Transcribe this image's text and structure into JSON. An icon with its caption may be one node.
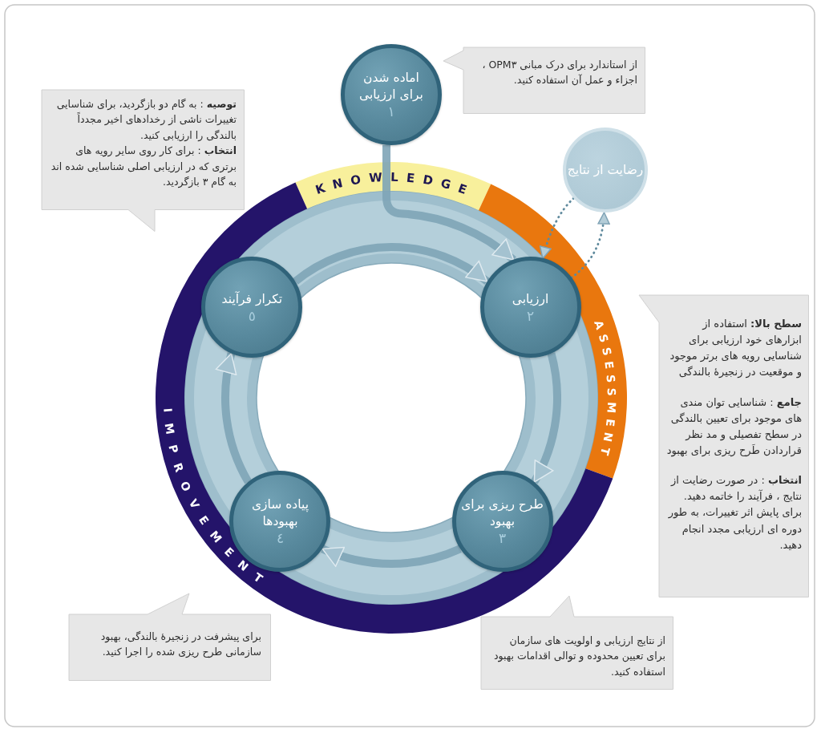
{
  "diagram": {
    "nodes": [
      {
        "text": [
          "اماده شدن برای ارزیابی",
          "۱"
        ]
      },
      {
        "text": [
          "ارزیابی",
          "۲"
        ]
      },
      {
        "text": [
          "طرح ریزی برای بهبود",
          "۳"
        ]
      },
      {
        "text": [
          "پیاده سازی بهبودها",
          "٤"
        ]
      },
      {
        "text": [
          "تکرار فرآیند",
          "٥"
        ]
      },
      {
        "text": [
          "رضایت از نتایج"
        ]
      },
      {
        "text": [
          "از استاندارد برای درک مبانی OPM۳ ، اجزاء و عمل آن استفاده کنید."
        ]
      },
      {
        "text": [
          "**توصیه** : به گام دو بازگردید، برای شناسایی تغییرات ناشی از رخدادهای اخیر مجدداً بالندگی را ارزیابی کنید.",
          "**انتخاب** : برای کار روی سایر رویه های برتری که در ارزیابی اصلی شناسایی شده اند به گام ۳ بازگردید."
        ]
      },
      {
        "text": [
          "**سطح بالا:** استفاده از ابزارهای خود ارزیابی برای شناسایی رویه های برتر موجود و موقعیت در زنجیرۀ بالندگی",
          "**جامع** : شناسایی توان مندی های موجود برای تعیین بالندگی در سطح تفصیلی و مد نظر قراردادن طَرح ریزی برای بهبود",
          "**انتخاب** : در صورت رضایت از نتایج ، فرآیند را خاتمه دهید. برای پایش اثر تغییرات، به طور دوره ای ارزیابی مجدد انجام دهید."
        ]
      },
      {
        "text": [
          "از نتایج ارزیابی و اولویت های سازمان برای تعیین محدوده و توالی اقدامات بهبود استفاده کنید."
        ]
      },
      {
        "text": [
          "برای پیشرفت در زنجیرۀ بالندگی، بهبود سازمانی طرح ریزی شده را اجرا کنید."
        ]
      }
    ],
    "edges": [
      {
        "from": 0,
        "to": 1,
        "arrow": "to"
      },
      {
        "from": 1,
        "to": 2,
        "arrow": "to"
      },
      {
        "from": 2,
        "to": 3,
        "arrow": "to"
      },
      {
        "from": 3,
        "to": 4,
        "arrow": "to"
      },
      {
        "from": 4,
        "to": 1,
        "arrow": "to"
      },
      {
        "from": 1,
        "to": 5,
        "arrow": "to",
        "style": "dashed"
      },
      {
        "from": 5,
        "to": 1,
        "arrow": "to",
        "style": "dashed"
      }
    ],
    "labels": [
      "KNOWLEDGE",
      "ASSESSMENT",
      "IMPROVEMENT"
    ]
  }
}
